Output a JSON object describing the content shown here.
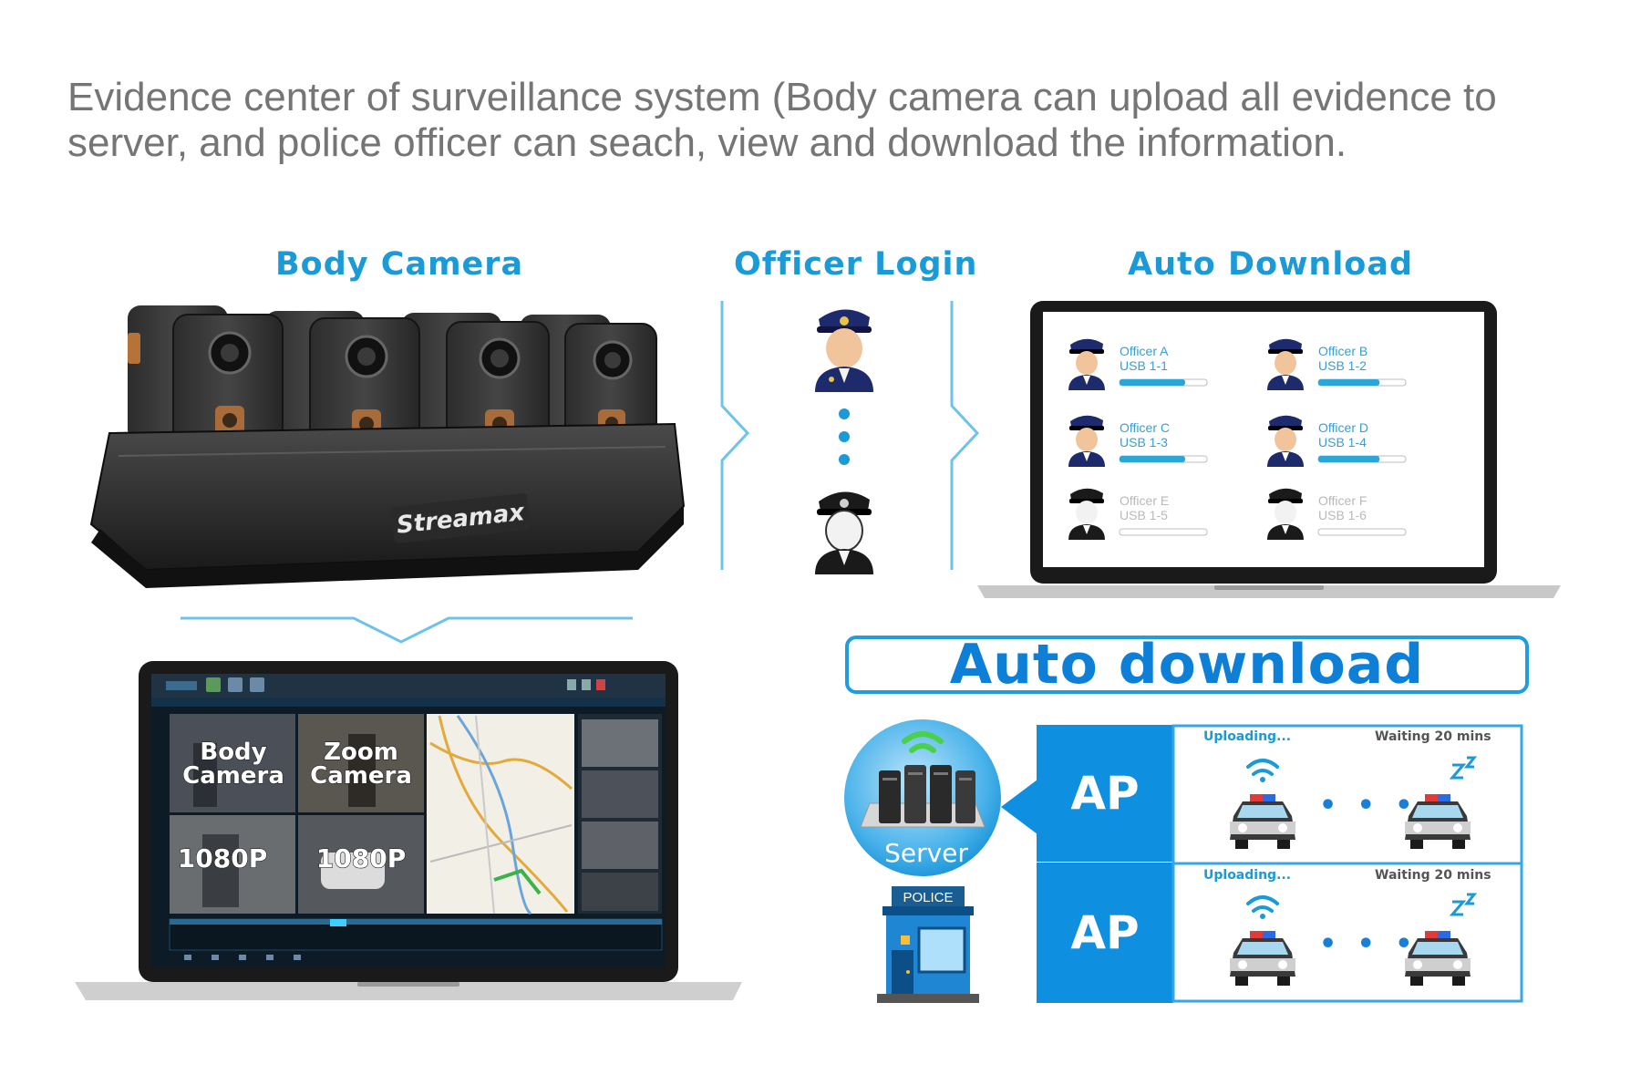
{
  "intro_text": "Evidence center of surveillance system (Body camera can upload all evidence to server, and police officer can seach, view and download the information.",
  "sections": {
    "body_camera": "Body Camera",
    "officer_login": "Officer Login",
    "auto_download": "Auto Download"
  },
  "dock_brand": "Streamax",
  "camera_brand": "Streamax",
  "officers": [
    {
      "name": "Officer A",
      "port": "USB 1-1",
      "progress": 0.75,
      "active": true
    },
    {
      "name": "Officer B",
      "port": "USB 1-2",
      "progress": 0.7,
      "active": true
    },
    {
      "name": "Officer C",
      "port": "USB 1-3",
      "progress": 0.75,
      "active": true
    },
    {
      "name": "Officer D",
      "port": "USB 1-4",
      "progress": 0.7,
      "active": true
    },
    {
      "name": "Officer E",
      "port": "USB 1-5",
      "progress": 0.0,
      "active": false
    },
    {
      "name": "Officer F",
      "port": "USB 1-6",
      "progress": 0.0,
      "active": false
    }
  ],
  "player": {
    "tiles": [
      {
        "line1": "Body",
        "line2": "Camera"
      },
      {
        "line1": "Zoom",
        "line2": "Camera"
      },
      {
        "line1": "1080P",
        "line2": ""
      },
      {
        "line1": "1080P",
        "line2": ""
      }
    ]
  },
  "banner": "Auto download",
  "server_label": "Server",
  "station_label": "POLICE",
  "ap_rows": [
    {
      "label": "AP",
      "uploading": "Uploading...",
      "waiting": "Waiting 20 mins",
      "dots": "• • •"
    },
    {
      "label": "AP",
      "uploading": "Uploading...",
      "waiting": "Waiting 20 mins",
      "dots": "• • •"
    }
  ],
  "colors": {
    "accent": "#1a9ad6",
    "ap_blue": "#0e8fe0",
    "text_gray": "#757575",
    "progress": "#2aa6d8"
  },
  "icons": [
    "police-officer-icon",
    "wifi-icon",
    "sleep-zz-icon",
    "police-car-icon",
    "server-rack-icon",
    "police-station-icon",
    "chevron-right-icon",
    "chevron-down-icon"
  ]
}
